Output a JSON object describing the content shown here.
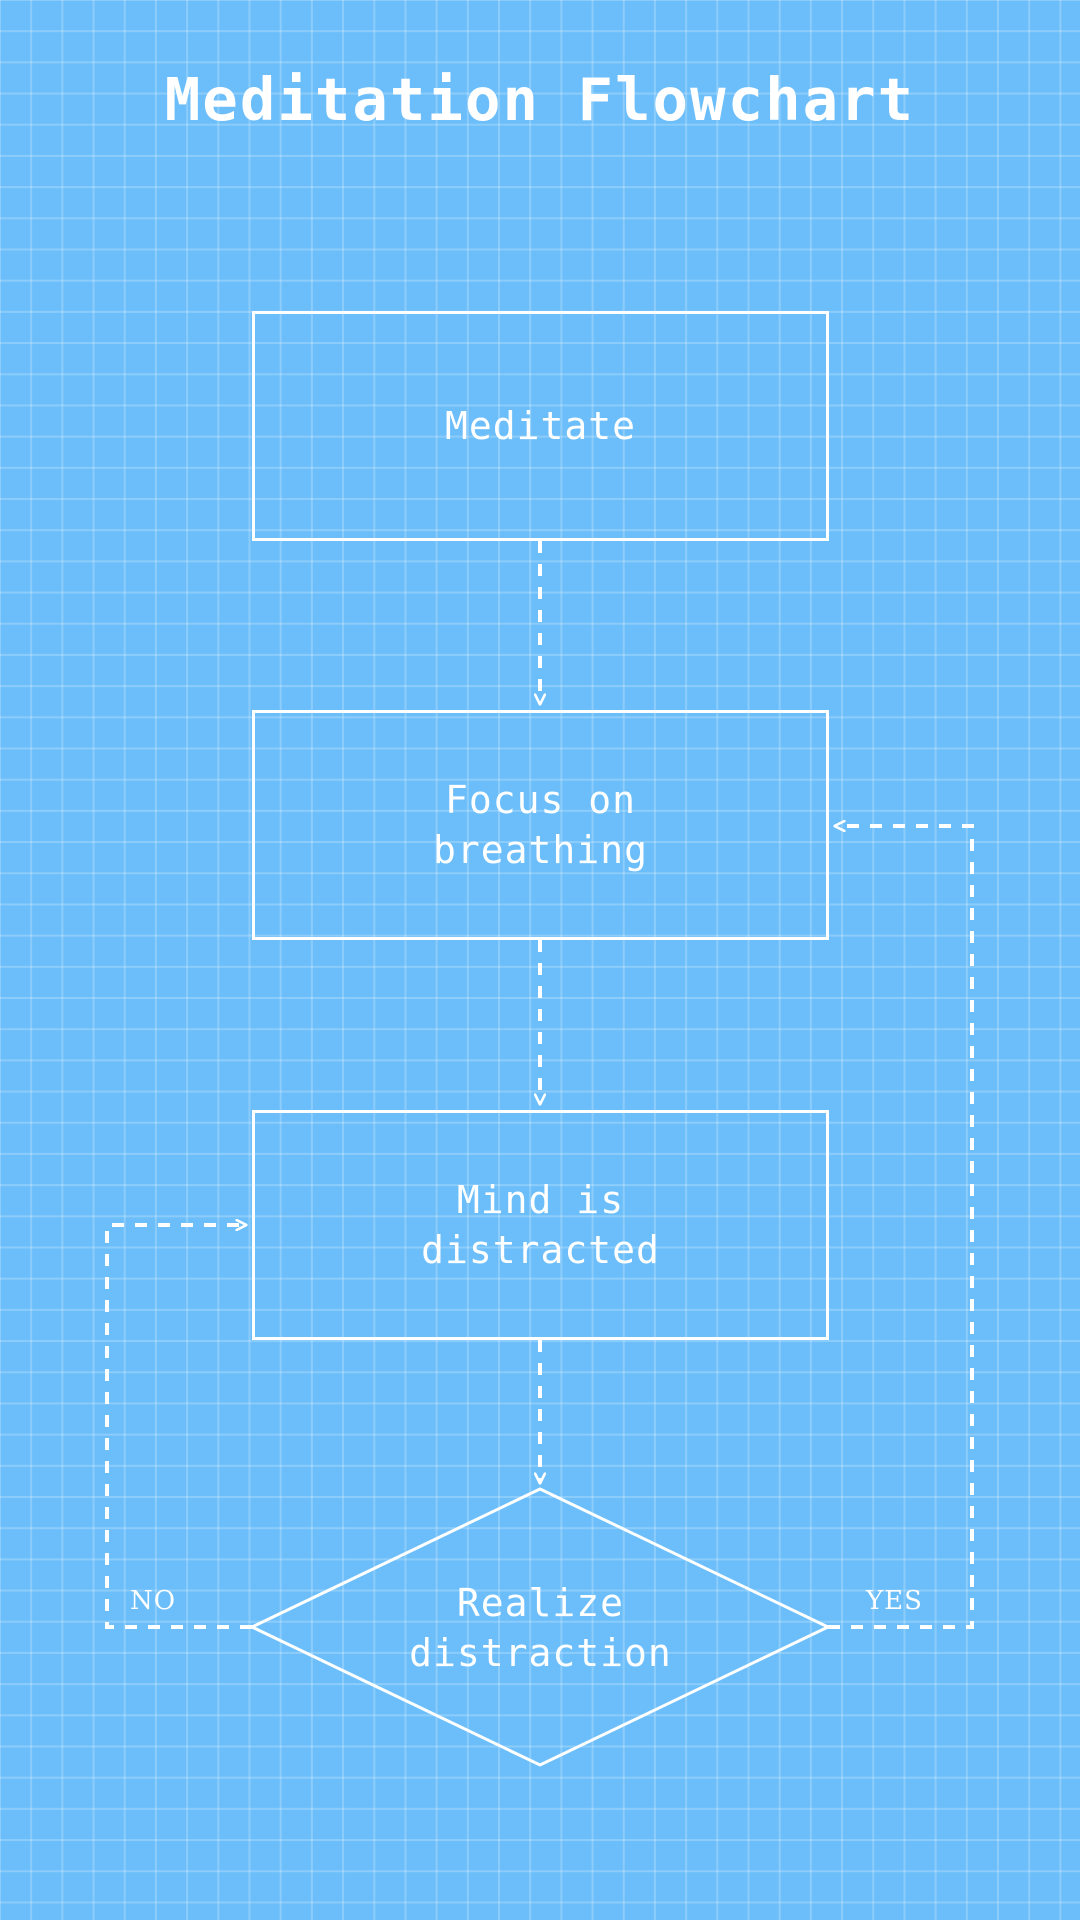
{
  "page": {
    "title": "Meditation Flowchart",
    "background_color": "#6cbefa",
    "grid_line_color": "#8fd0fc",
    "stroke_color": "#ffffff"
  },
  "diagram": {
    "type": "flowchart",
    "orientation": "top-to-bottom",
    "nodes": [
      {
        "id": "meditate",
        "label": "Meditate",
        "shape": "rectangle"
      },
      {
        "id": "focus",
        "label": "Focus on\nbreathing",
        "shape": "rectangle"
      },
      {
        "id": "distracted",
        "label": "Mind is\ndistracted",
        "shape": "rectangle"
      },
      {
        "id": "realize",
        "label": "Realize\ndistraction",
        "shape": "diamond"
      }
    ],
    "edges": [
      {
        "from": "meditate",
        "to": "focus",
        "label": "",
        "style": "dashed",
        "arrow": "open"
      },
      {
        "from": "focus",
        "to": "distracted",
        "label": "",
        "style": "dashed",
        "arrow": "open"
      },
      {
        "from": "distracted",
        "to": "realize",
        "label": "",
        "style": "dashed",
        "arrow": "open"
      },
      {
        "from": "realize",
        "to": "distracted",
        "label": "NO",
        "style": "dashed",
        "arrow": "open"
      },
      {
        "from": "realize",
        "to": "focus",
        "label": "YES",
        "style": "dashed",
        "arrow": "open"
      }
    ],
    "labels": {
      "no": "NO",
      "yes": "YES"
    }
  }
}
